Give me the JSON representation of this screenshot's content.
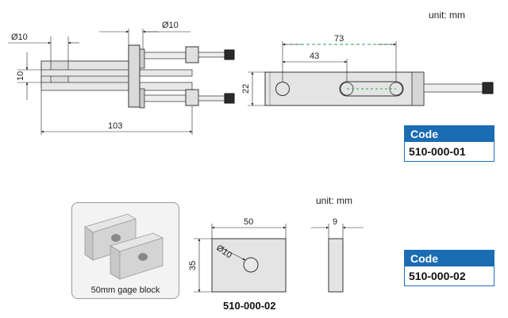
{
  "top": {
    "unit_label": "unit: mm",
    "dims": {
      "bore_dia": "Ø10",
      "left_dia": "Ø10",
      "height": "10",
      "length": "103",
      "span_long": "73",
      "span_short": "43",
      "block_height": "22"
    },
    "code_header": "Code",
    "code_value": "510-000-01"
  },
  "bottom": {
    "unit_label": "unit: mm",
    "photo_caption": "50mm gage block",
    "dims": {
      "width": "50",
      "height": "35",
      "hole_dia": "Ø10",
      "thickness": "9"
    },
    "drawing_caption": "510-000-02",
    "code_header": "Code",
    "code_value": "510-000-02"
  },
  "colors": {
    "code_header_bg": "#1a6cb3",
    "part_fill": "#e4e4e4",
    "dashed_line": "#2aa35a"
  }
}
